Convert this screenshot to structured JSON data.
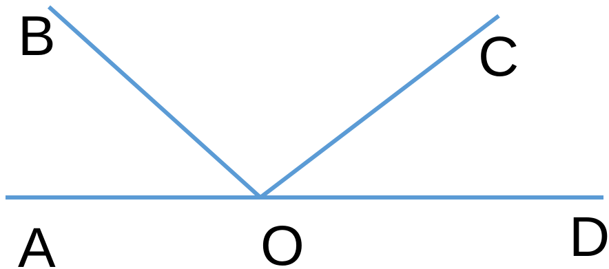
{
  "labels": {
    "a": "A",
    "b": "B",
    "c": "C",
    "d": "D",
    "o": "O"
  },
  "colors": {
    "line": "#5B9BD5",
    "text": "#000000",
    "background": "#FFFFFF"
  }
}
